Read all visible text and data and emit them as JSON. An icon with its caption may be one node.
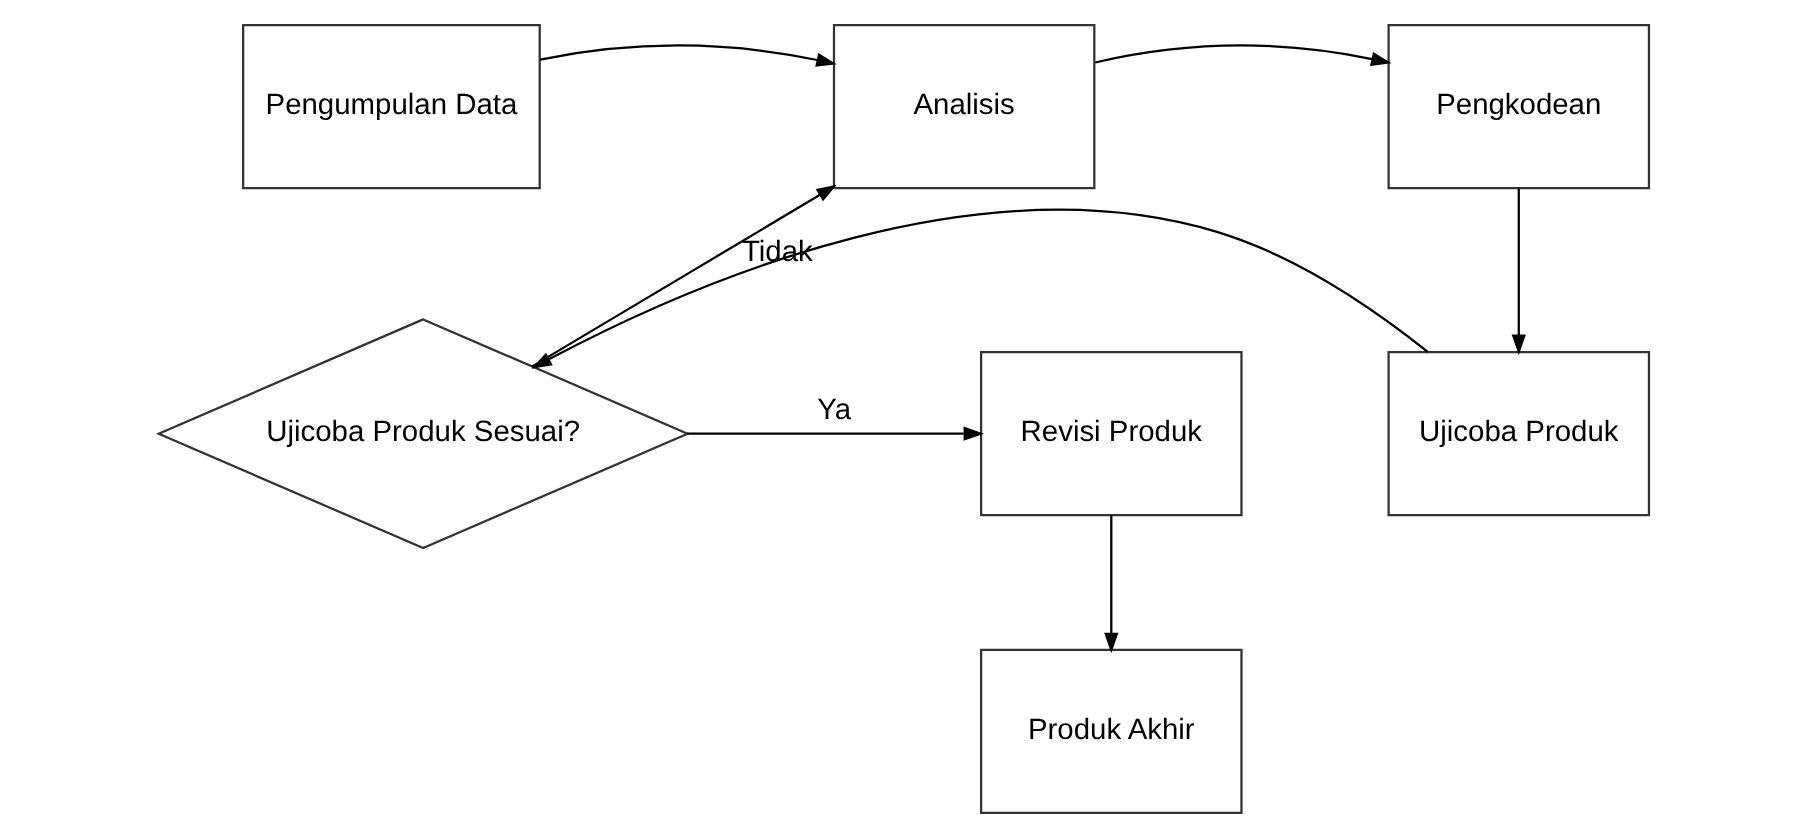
{
  "diagram": {
    "nodes": [
      {
        "text": [
          "Pengumpulan Data"
        ]
      },
      {
        "text": [
          "Analisis"
        ]
      },
      {
        "text": [
          "Pengkodean"
        ]
      },
      {
        "text": [
          "Ujicoba Produk"
        ]
      },
      {
        "text": [
          "Ujicoba Produk Sesuai?"
        ]
      },
      {
        "text": [
          "Revisi Produk"
        ]
      },
      {
        "text": [
          "Produk Akhir"
        ]
      }
    ],
    "edges": [
      {
        "from": 0,
        "to": 1,
        "arrow": "to"
      },
      {
        "from": 1,
        "to": 2,
        "arrow": "to"
      },
      {
        "from": 2,
        "to": 3,
        "arrow": "to"
      },
      {
        "from": 3,
        "to": 4,
        "arrow": "to"
      },
      {
        "from": 4,
        "to": 1,
        "arrow": "to",
        "label": "Tidak"
      },
      {
        "from": 4,
        "to": 5,
        "arrow": "to",
        "label": "Ya"
      },
      {
        "from": 5,
        "to": 6,
        "arrow": "to"
      }
    ]
  }
}
